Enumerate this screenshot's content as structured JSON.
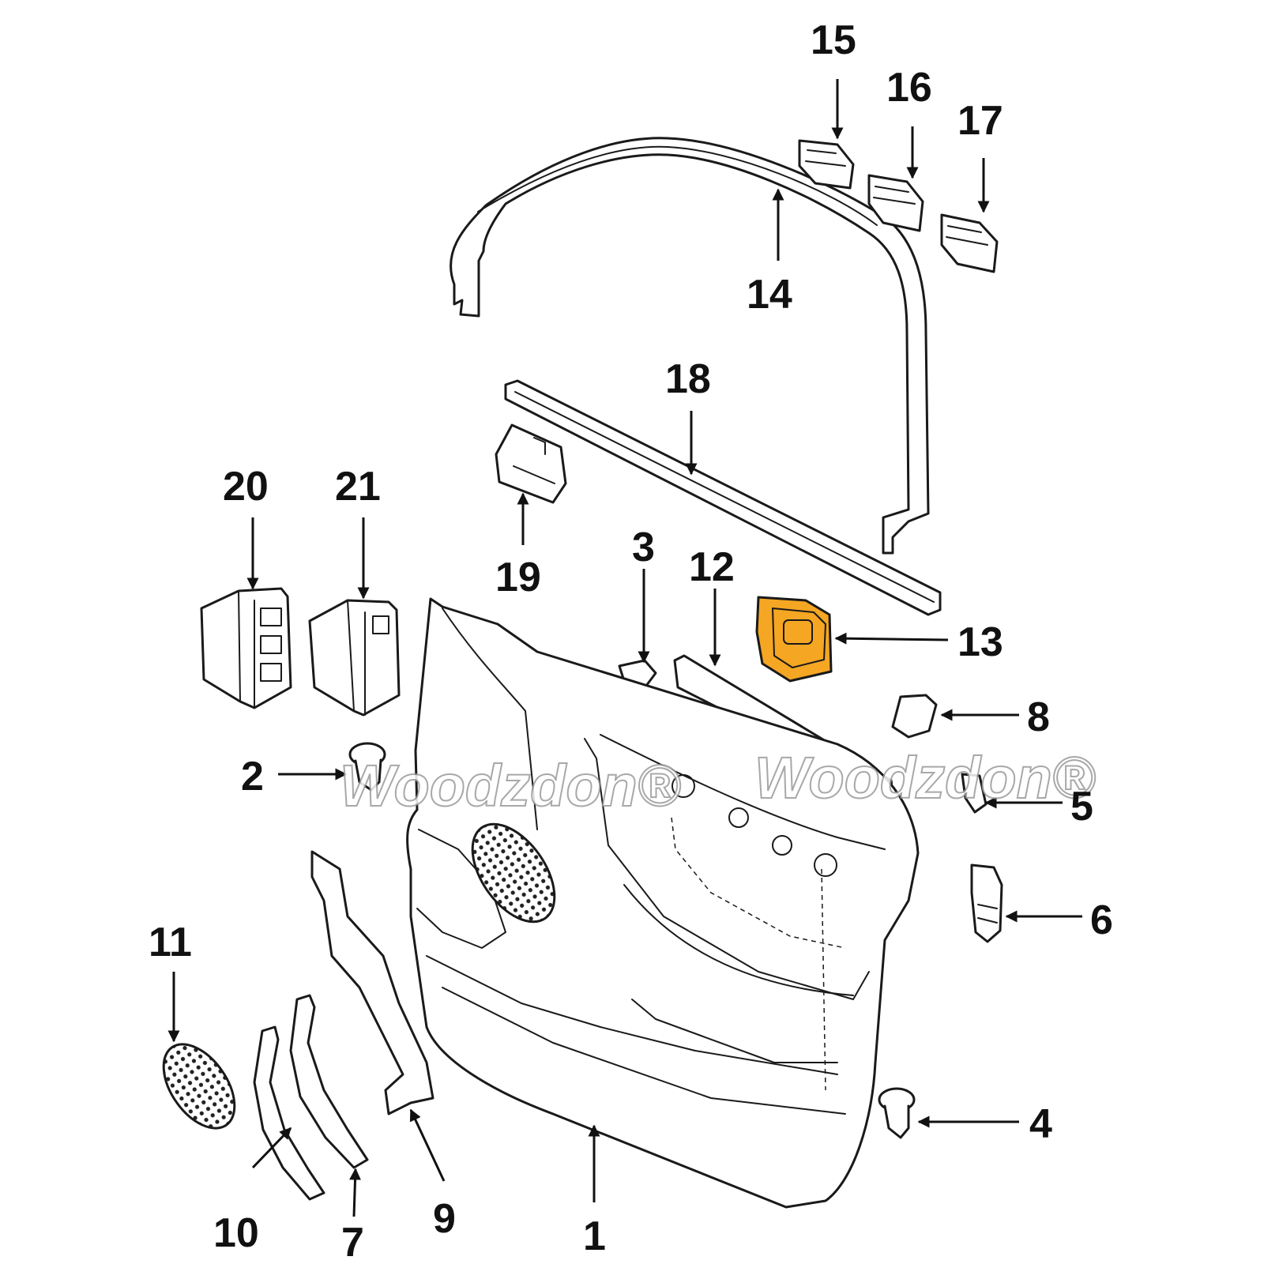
{
  "diagram": {
    "callouts": [
      "1",
      "2",
      "3",
      "4",
      "5",
      "6",
      "7",
      "8",
      "9",
      "10",
      "11",
      "12",
      "13",
      "14",
      "15",
      "16",
      "17",
      "18",
      "19",
      "20",
      "21"
    ],
    "highlight_color": "#F5A623",
    "highlighted_part": "13"
  },
  "watermark": {
    "left": "Woodzdon®",
    "right": "Woodzdon®"
  }
}
